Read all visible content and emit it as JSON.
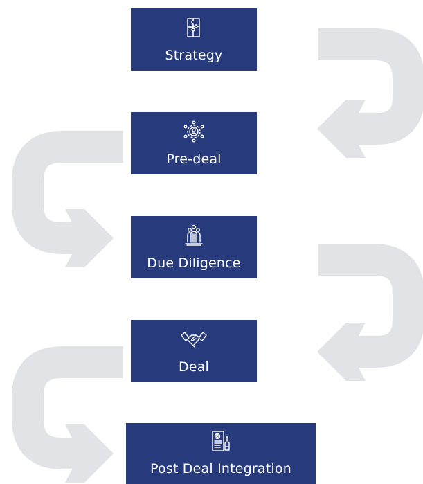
{
  "colors": {
    "box_background": "#273a7c",
    "box_text": "#ffffff",
    "connector": "#e2e3e6"
  },
  "steps": [
    {
      "label": "Strategy",
      "icon": "puzzle-icon"
    },
    {
      "label": "Pre-deal",
      "icon": "network-gear-icon"
    },
    {
      "label": "Due Diligence",
      "icon": "team-pillar-icon"
    },
    {
      "label": "Deal",
      "icon": "handshake-icon"
    },
    {
      "label": "Post Deal Integration",
      "icon": "contract-pen-icon"
    }
  ]
}
